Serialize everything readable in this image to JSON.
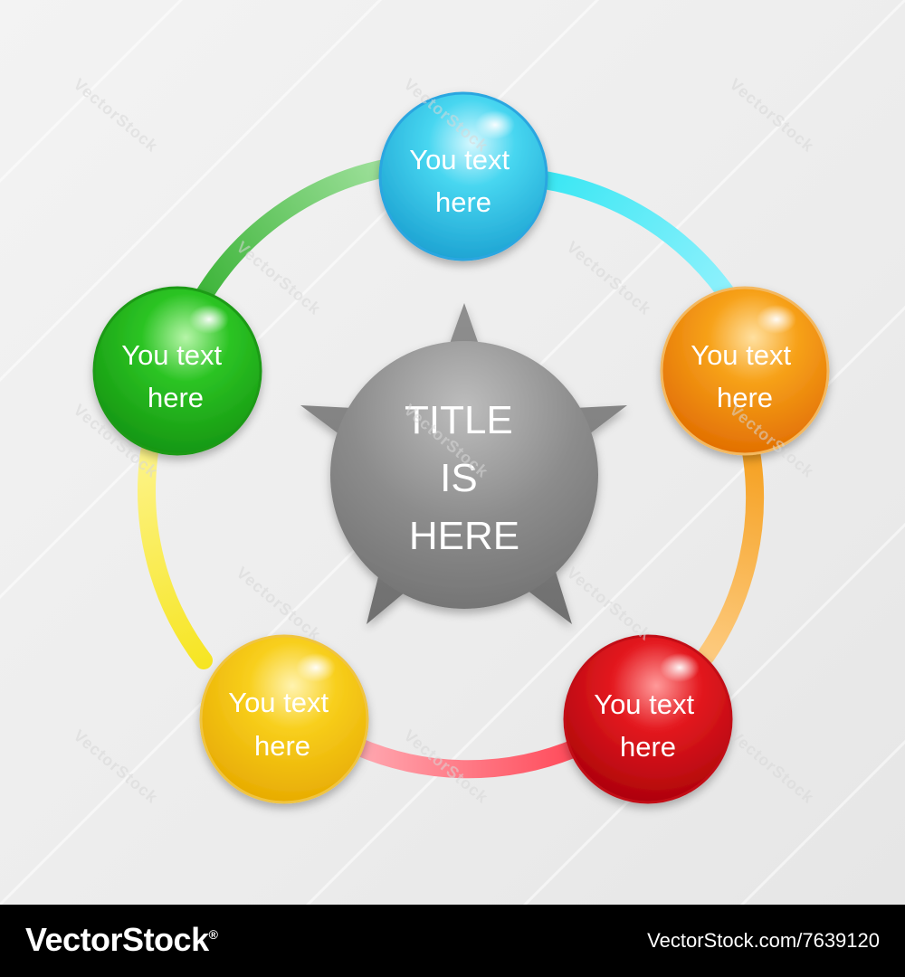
{
  "diagram": {
    "title_lines": [
      "TITLE",
      "IS",
      "HERE"
    ],
    "nodes": [
      {
        "lines": [
          "You text",
          "here"
        ],
        "color": "#2fc9e6"
      },
      {
        "lines": [
          "You text",
          "here"
        ],
        "color": "#f39a10"
      },
      {
        "lines": [
          "You text",
          "here"
        ],
        "color": "#e0141e"
      },
      {
        "lines": [
          "You text",
          "here"
        ],
        "color": "#f5c516"
      },
      {
        "lines": [
          "You text",
          "here"
        ],
        "color": "#22b61c"
      }
    ],
    "center_color": "#8a8a8a"
  },
  "watermark": {
    "text": "VectorStock"
  },
  "footer": {
    "brand": "VectorStock",
    "brand_reg": "®",
    "url": "VectorStock.com/7639120"
  }
}
